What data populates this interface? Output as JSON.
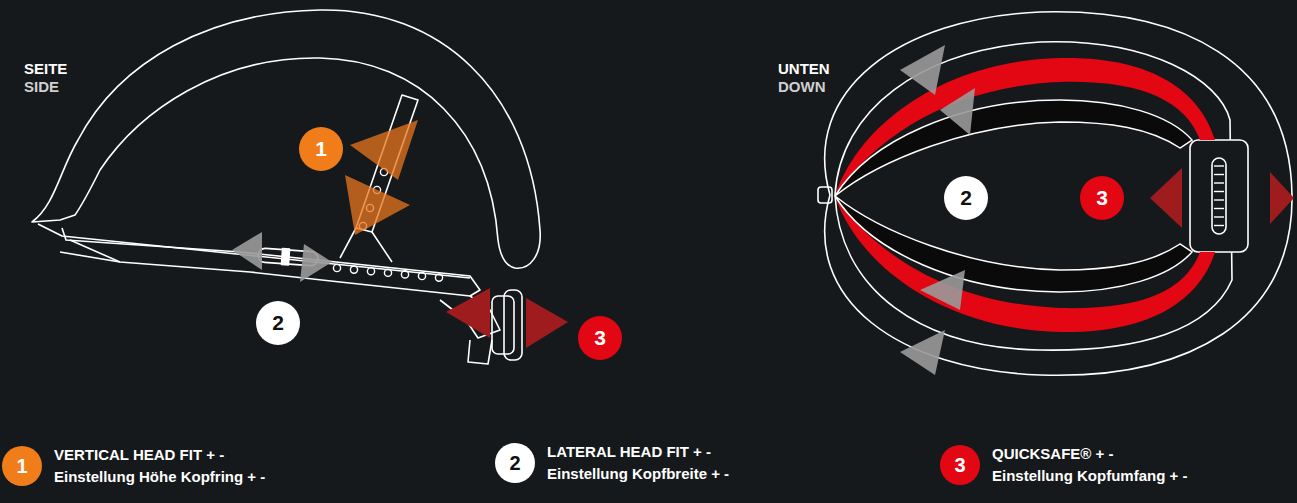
{
  "diagram": {
    "nodes": [
      {
        "text": [
          "1"
        ]
      },
      {
        "text": [
          "2"
        ]
      },
      {
        "text": [
          "3"
        ]
      },
      {
        "text": [
          "2"
        ]
      },
      {
        "text": [
          "3"
        ]
      },
      {
        "text": [
          "1",
          "VERTICAL HEAD FIT + -",
          "Einstellung Höhe Kopfring + -"
        ]
      },
      {
        "text": [
          "2",
          "LATERAL HEAD FIT + -",
          "Einstellung Kopfbreite + -"
        ]
      },
      {
        "text": [
          "3",
          "QUICKSAFE® + -",
          "Einstellung Kopfumfang + -"
        ]
      }
    ],
    "labels": [
      "SEITE",
      "SIDE",
      "UNTEN",
      "DOWN"
    ]
  }
}
